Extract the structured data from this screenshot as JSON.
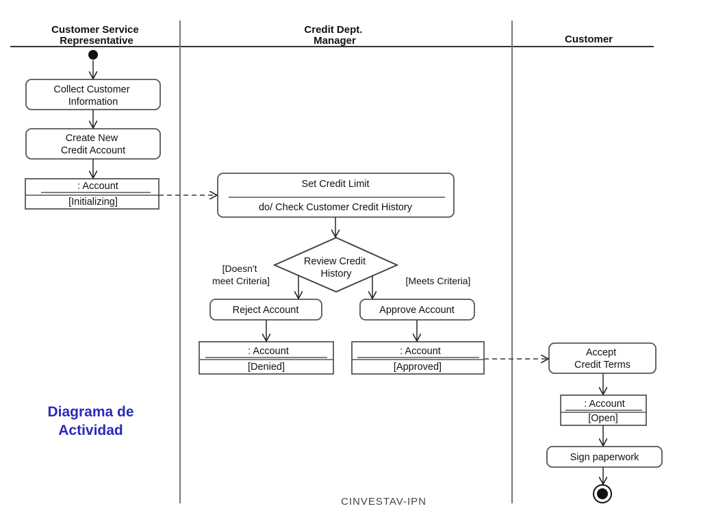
{
  "lanes": {
    "csr": [
      "Customer Service",
      "Representative"
    ],
    "manager": [
      "Credit Dept.",
      "Manager"
    ],
    "customer": [
      "Customer"
    ]
  },
  "nodes": {
    "collect": [
      "Collect Customer",
      "Information"
    ],
    "create": [
      "Create New",
      "Credit Account"
    ],
    "account_init": {
      "object": ": Account",
      "state": "[Initializing]"
    },
    "set_limit": {
      "name": "Set Credit Limit",
      "action": "do/ Check Customer Credit History"
    },
    "review": [
      "Review Credit",
      "History"
    ],
    "reject": "Reject Account",
    "approve": "Approve Account",
    "account_denied": {
      "object": ": Account",
      "state": "[Denied]"
    },
    "account_approved": {
      "object": ": Account",
      "state": "[Approved]"
    },
    "accept": [
      "Accept",
      "Credit Terms"
    ],
    "account_open": {
      "object": ": Account",
      "state": "[Open]"
    },
    "sign": "Sign paperwork"
  },
  "guards": {
    "doesnt_meet": [
      "[Doesn't",
      "meet Criteria]"
    ],
    "meets": "[Meets Criteria]"
  },
  "caption": {
    "line1": "Diagrama de",
    "line2": "Actividad"
  },
  "footer": "CINVESTAV-IPN"
}
